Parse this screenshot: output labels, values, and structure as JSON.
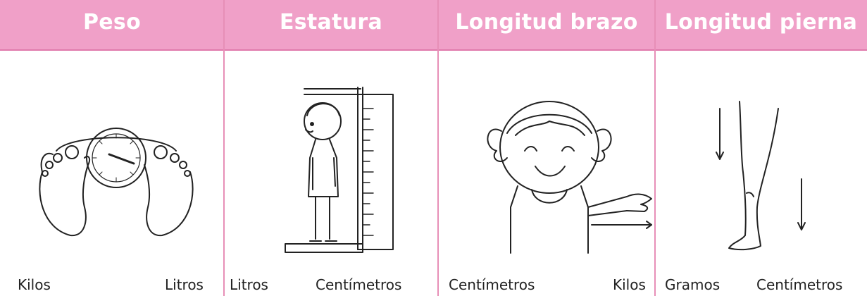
{
  "table": {
    "columns": [
      {
        "header": "Peso",
        "options": [
          "Kilos",
          "Litros"
        ],
        "illustration": "feet-on-scale-illustration"
      },
      {
        "header": "Estatura",
        "options": [
          "Litros",
          "Centímetros"
        ],
        "illustration": "child-height-measure-illustration"
      },
      {
        "header": "Longitud brazo",
        "options": [
          "Centímetros",
          "Kilos"
        ],
        "illustration": "girl-arm-length-illustration"
      },
      {
        "header": "Longitud pierna",
        "options": [
          "Gramos",
          "Centímetros"
        ],
        "illustration": "leg-length-illustration"
      }
    ]
  },
  "colors": {
    "header_bg": "#f0a0c8",
    "divider": "#e78fb7",
    "header_text": "#ffffff",
    "ink": "#222222"
  }
}
